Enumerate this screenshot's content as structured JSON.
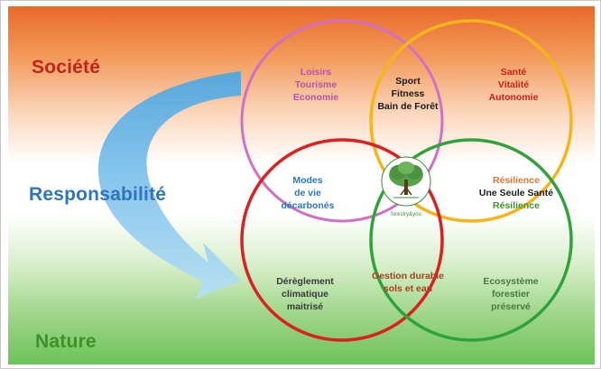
{
  "labels": {
    "societe": "Société",
    "responsabilite": "Responsabilité",
    "nature": "Nature"
  },
  "zones": {
    "society_only": [
      "Loisirs",
      "Tourisme",
      "Economie"
    ],
    "society_health": [
      "Sport",
      "Fitness",
      "Bain de Forêt"
    ],
    "health_only": [
      "Santé",
      "Vitalité",
      "Autonomie"
    ],
    "society_climate": [
      "Modes",
      "de vie",
      "décarbonés"
    ],
    "health_forest": [
      "Résilience",
      "Une Seule Santé",
      "Résilience"
    ],
    "climate_only": [
      "Dérèglement",
      "climatique",
      "maitrisé"
    ],
    "climate_forest": [
      "Gestion durable",
      "sols et eau"
    ],
    "forest_only": [
      "Ecosystème",
      "forestier",
      "préservé"
    ]
  },
  "logo": {
    "icon": "tree-icon",
    "caption": "forestry&you"
  },
  "colors": {
    "societe": "#c4231b",
    "responsabilite": "#2b76be",
    "nature": "#3f8f2c",
    "circle_society": "#d06fc3",
    "circle_health": "#f3b51a",
    "circle_climate": "#dd1f1f",
    "circle_forest": "#2fa33a",
    "arrow": "#64b5e8"
  }
}
